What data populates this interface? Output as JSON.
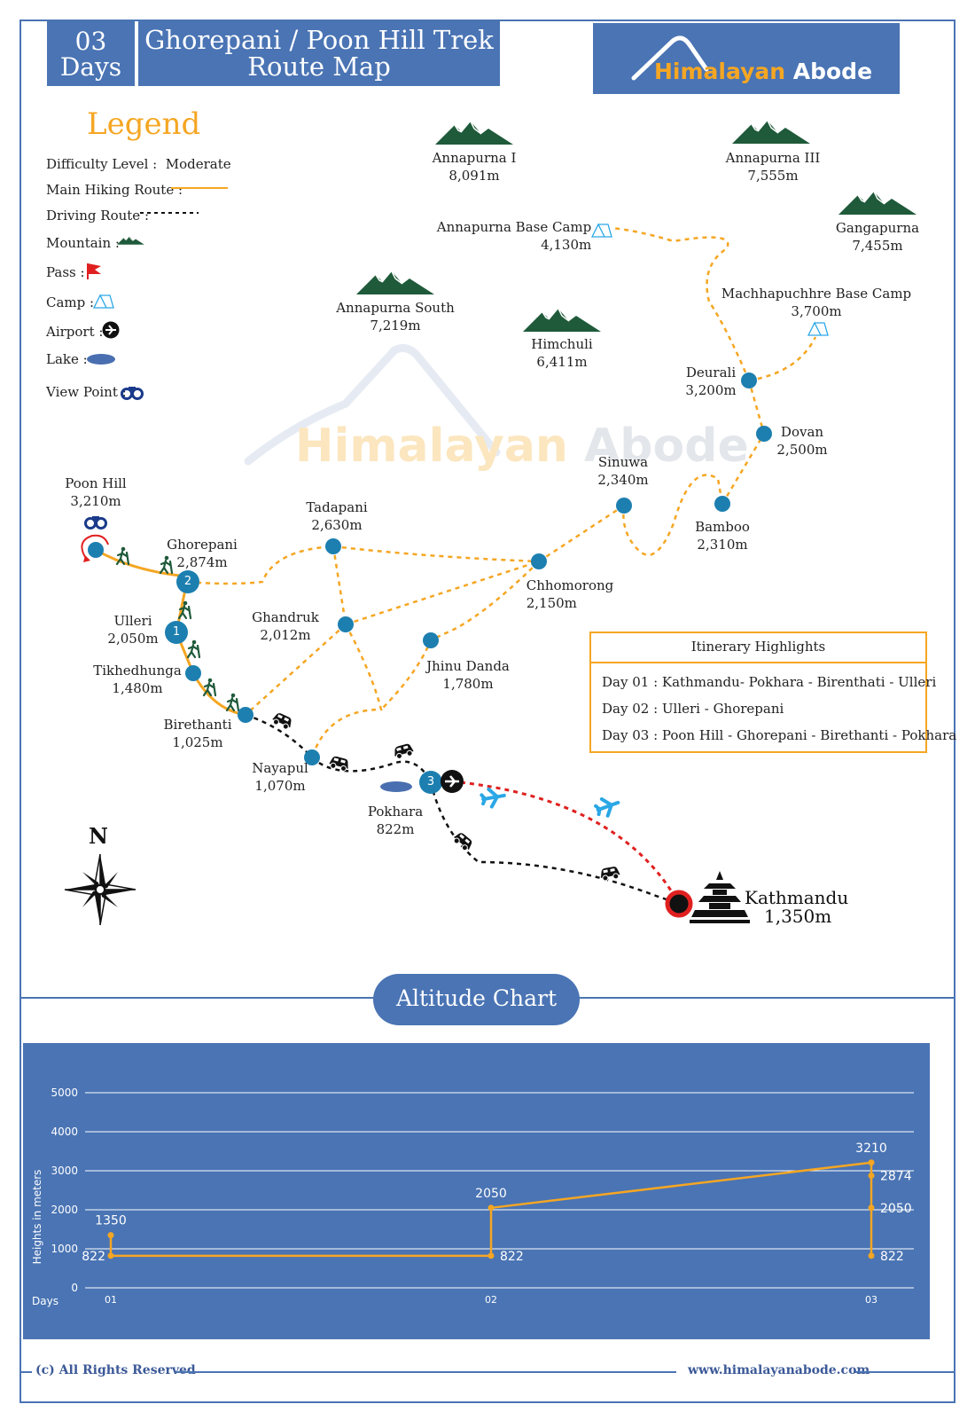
{
  "header": {
    "days_number": "03",
    "days_word": "Days",
    "title_line1": "Ghorepani / Poon Hill Trek",
    "title_line2": "Route Map"
  },
  "brand": {
    "name_part1": "Himalayan",
    "name_part2": "Abode",
    "website": "www.himalayanabode.com",
    "copyright": "(c) All Rights Reserved"
  },
  "legend": {
    "title": "Legend",
    "difficulty_label": "Difficulty Level :",
    "difficulty_value": "Moderate",
    "main_route_label": "Main Hiking Route :",
    "driving_route_label": "Driving Route :",
    "mountain_label": "Mountain :",
    "pass_label": "Pass :",
    "camp_label": "Camp :",
    "airport_label": "Airport :",
    "lake_label": "Lake :",
    "viewpoint_label": "View Point :"
  },
  "mountains": [
    {
      "name": "Annapurna I",
      "alt": "8,091m"
    },
    {
      "name": "Annapurna III",
      "alt": "7,555m"
    },
    {
      "name": "Gangapurna",
      "alt": "7,455m"
    },
    {
      "name": "Annapurna South",
      "alt": "7,219m"
    },
    {
      "name": "Himchuli",
      "alt": "6,411m"
    }
  ],
  "places": [
    {
      "name": "Annapurna Base Camp",
      "alt": "4,130m"
    },
    {
      "name": "Machhapuchhre Base Camp",
      "alt": "3,700m"
    },
    {
      "name": "Deurali",
      "alt": "3,200m"
    },
    {
      "name": "Dovan",
      "alt": "2,500m"
    },
    {
      "name": "Sinuwa",
      "alt": "2,340m"
    },
    {
      "name": "Bamboo",
      "alt": "2,310m"
    },
    {
      "name": "Chhomorong",
      "alt": "2,150m"
    },
    {
      "name": "Tadapani",
      "alt": "2,630m"
    },
    {
      "name": "Ghandruk",
      "alt": "2,012m"
    },
    {
      "name": "Jhinu Danda",
      "alt": "1,780m"
    },
    {
      "name": "Poon Hill",
      "alt": "3,210m"
    },
    {
      "name": "Ghorepani",
      "alt": "2,874m"
    },
    {
      "name": "Ulleri",
      "alt": "2,050m"
    },
    {
      "name": "Tikhedhunga",
      "alt": "1,480m"
    },
    {
      "name": "Birethanti",
      "alt": "1,025m"
    },
    {
      "name": "Nayapul",
      "alt": "1,070m"
    },
    {
      "name": "Pokhara",
      "alt": "822m"
    },
    {
      "name": "Kathmandu",
      "alt": "1,350m"
    }
  ],
  "day_markers": [
    "1",
    "2",
    "3"
  ],
  "compass_label": "N",
  "itinerary": {
    "title": "Itinerary Highlights",
    "rows": [
      "Day 01 : Kathmandu- Pokhara - Birenthati - Ulleri",
      "Day 02 : Ulleri - Ghorepani",
      "Day 03 : Poon Hill - Ghorepani - Birethanti - Pokhara"
    ]
  },
  "colors": {
    "brand_blue": "#4a74b4",
    "route_orange": "#f5a623",
    "node_blue": "#1c7fb0",
    "flight_red": "#e02020",
    "plane_blue": "#2aa7e6",
    "mountain_green": "#1f5a3a"
  },
  "altitude_section_title": "Altitude Chart",
  "chart_data": {
    "type": "line",
    "title": "",
    "xlabel": "Days",
    "ylabel": "Heights in meters",
    "categories": [
      "01",
      "02",
      "03"
    ],
    "ylim": [
      0,
      5000
    ],
    "yticks": [
      0,
      1000,
      2000,
      3000,
      4000,
      5000
    ],
    "grid": true,
    "series": [
      {
        "points": [
          {
            "x": "01",
            "y": 1350
          },
          {
            "x": "01",
            "y": 822
          },
          {
            "x": "02",
            "y": 822
          },
          {
            "x": "02",
            "y": 2050
          },
          {
            "x": "03",
            "y": 3210
          },
          {
            "x": "03",
            "y": 2874
          },
          {
            "x": "03",
            "y": 2050
          },
          {
            "x": "03",
            "y": 822
          }
        ]
      }
    ]
  }
}
